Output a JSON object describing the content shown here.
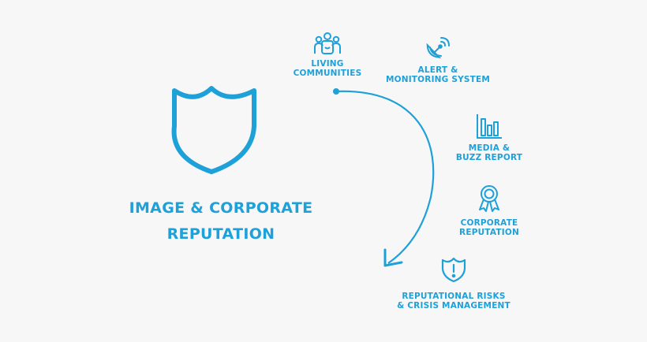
{
  "diagram": {
    "title_line1": "IMAGE & CORPORATE",
    "title_line2": "REPUTATION",
    "items": [
      {
        "icon": "people-group-icon",
        "line1": "LIVING",
        "line2": "COMMUNITIES"
      },
      {
        "icon": "satellite-dish-icon",
        "line1": "ALERT &",
        "line2": "MONITORING SYSTEM"
      },
      {
        "icon": "bar-chart-icon",
        "line1": "MEDIA &",
        "line2": "BUZZ REPORT"
      },
      {
        "icon": "award-ribbon-icon",
        "line1": "CORPORATE",
        "line2": "REPUTATION"
      },
      {
        "icon": "shield-alert-icon",
        "line1": "REPUTATIONAL RISKS",
        "line2": "& CRISIS MANAGEMENT"
      }
    ],
    "colors": {
      "accent": "#1ea0d9",
      "background": "#f7f7f7"
    }
  }
}
